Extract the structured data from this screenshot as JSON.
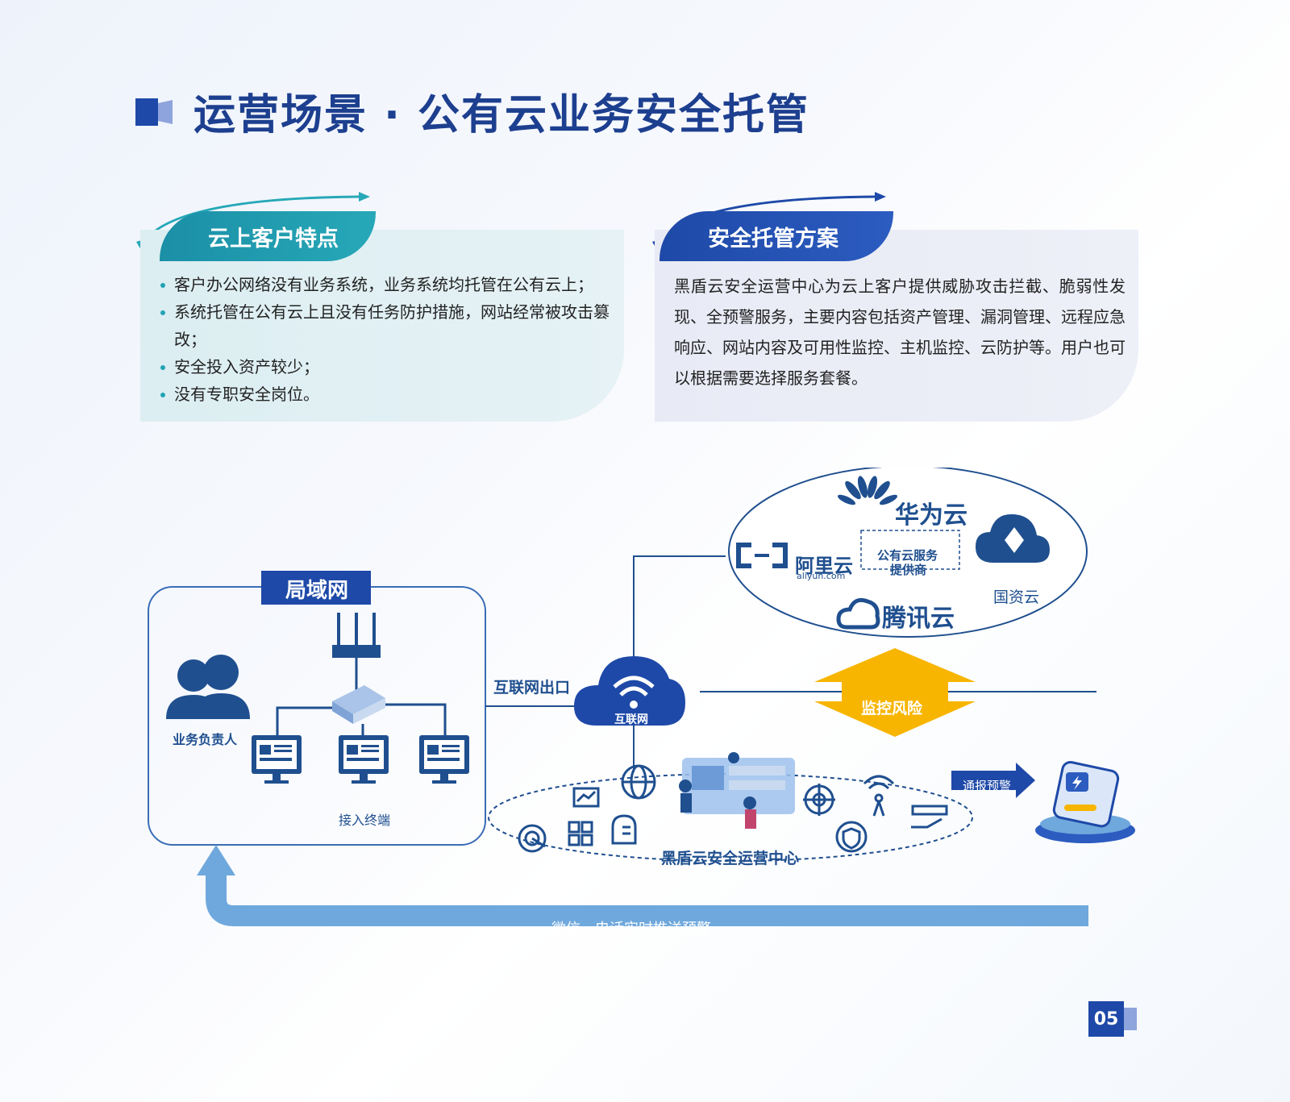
{
  "page": {
    "title": "运营场景 · 公有云业务安全托管",
    "page_number": "05"
  },
  "customer_features": {
    "heading": "云上客户特点",
    "items": [
      "客户办公网络没有业务系统，业务系统均托管在公有云上；",
      "系统托管在公有云上且没有任务防护措施，网站经常被攻击篡改；",
      "安全投入资产较少；",
      "没有专职安全岗位。"
    ]
  },
  "solution": {
    "heading": "安全托管方案",
    "text": "黑盾云安全运营中心为云上客户提供威胁攻击拦截、脆弱性发现、全预警服务，主要内容包括资产管理、漏洞管理、远程应急响应、网站内容及可用性监控、主机监控、云防护等。用户也可以根据需要选择服务套餐。"
  },
  "diagram": {
    "lan_label": "局域网",
    "owner_label": "业务负责人",
    "terminal_label": "接入终端",
    "internet_exit_label": "互联网出口",
    "internet_label": "互联网",
    "cloud_providers": {
      "huawei": "华为云",
      "aliyun": "阿里云",
      "aliyun_domain": "aliyun.com",
      "center_label_line1": "公有云服务",
      "center_label_line2": "提供商",
      "tencent": "腾讯云",
      "guozi": "国资云"
    },
    "monitor_risk_label": "监控风险",
    "soc_label": "黑盾云安全运营中心",
    "notify_label": "通报预警",
    "push_label": "微信、电话实时推送预警"
  },
  "colors": {
    "brand_blue": "#1e49a8",
    "teal": "#1b8fa6",
    "light_blue": "#6fa8dc",
    "gold": "#f7b500",
    "icon_blue": "#1f4f8f"
  }
}
